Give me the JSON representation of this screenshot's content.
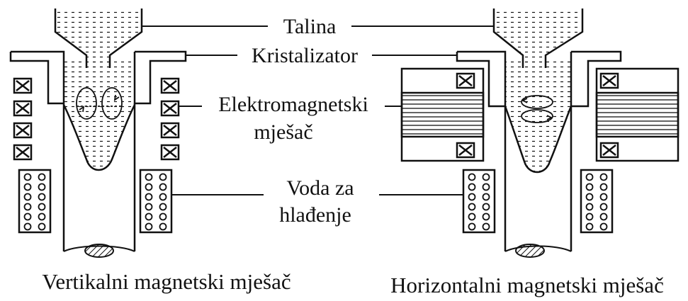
{
  "labels": {
    "melt": "Talina",
    "crystallizer": "Kristalizator",
    "stirrer_line1": "Elektromagnetski",
    "stirrer_line2": "mješač",
    "water_line1": "Voda za",
    "water_line2": "hlađenje"
  },
  "captions": {
    "left": "Vertikalni magnetski mješač",
    "right": "Horizontalni magnetski mješač"
  },
  "colors": {
    "ink": "#111111",
    "background": "#ffffff"
  }
}
